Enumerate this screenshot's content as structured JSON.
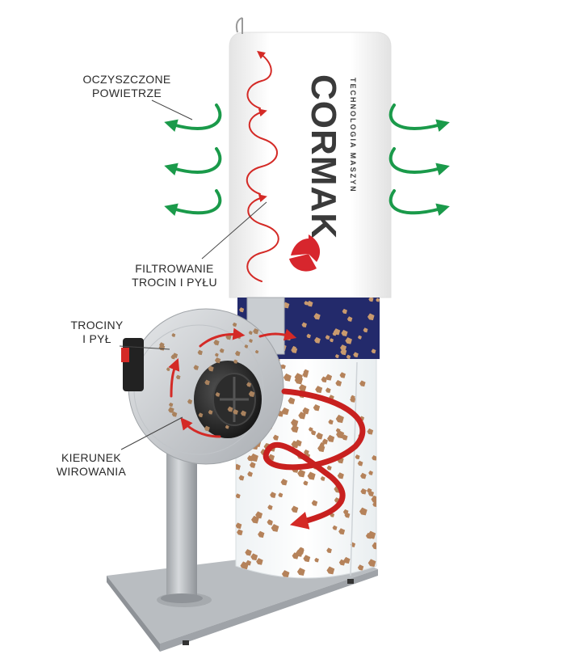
{
  "labels": {
    "clean_air": {
      "line1": "OCZYSZCZONE",
      "line2": "POWIETRZE"
    },
    "filtering": {
      "line1": "FILTROWANIE",
      "line2": "TROCIN I PYŁU"
    },
    "sawdust": {
      "line1": "TROCINY",
      "line2": "I PYŁ"
    },
    "spin_direction": {
      "line1": "KIERUNEK",
      "line2": "WIROWANIA"
    }
  },
  "brand": {
    "name": "CORMAK",
    "tagline": "TECHNOLOGIA MASZYN",
    "primary_color": "#d7262d",
    "dark_color": "#3a3a3a"
  },
  "colors": {
    "air_arrow": "#1a9a4a",
    "flow_arrow": "#d42a26",
    "band": "#232a6b",
    "particles": "#b5825a"
  },
  "icons": {
    "air": "curved-arrow-icon",
    "flow": "swirl-arrow-icon",
    "logo": "cormak-logo-icon"
  }
}
